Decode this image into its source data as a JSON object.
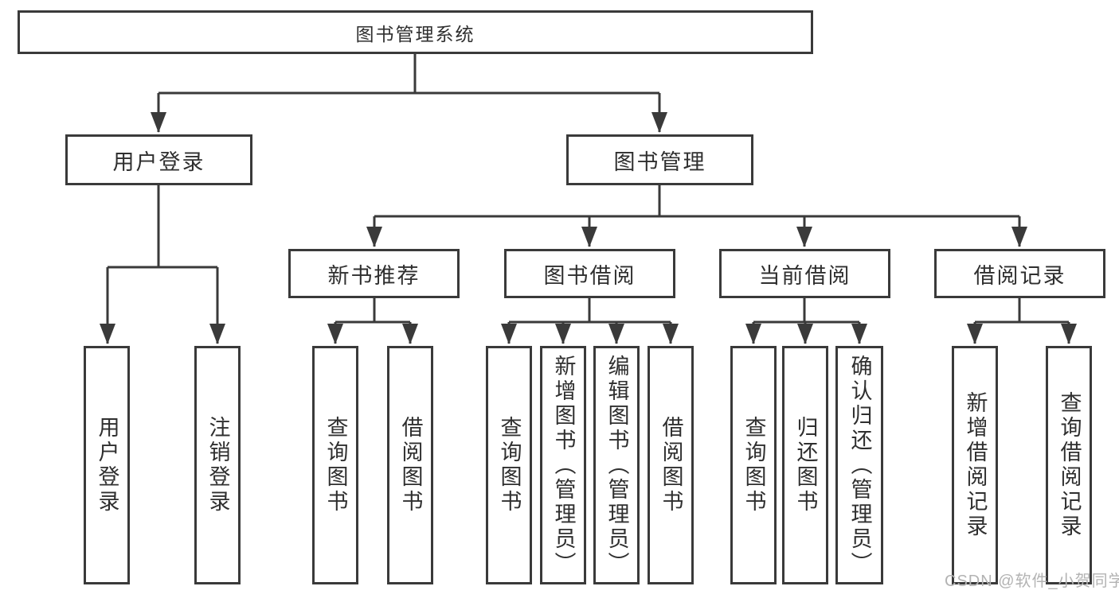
{
  "tree": {
    "root": {
      "label": "图书管理系统"
    },
    "children": [
      {
        "label": "用户登录",
        "children": [
          {
            "label": "用户登录"
          },
          {
            "label": "注销登录"
          }
        ]
      },
      {
        "label": "图书管理",
        "children": [
          {
            "label": "新书推荐",
            "children": [
              {
                "label": "查询图书"
              },
              {
                "label": "借阅图书"
              }
            ]
          },
          {
            "label": "图书借阅",
            "children": [
              {
                "label": "查询图书"
              },
              {
                "label": "新增图书（管理员）"
              },
              {
                "label": "编辑图书（管理员）"
              },
              {
                "label": "借阅图书"
              }
            ]
          },
          {
            "label": "当前借阅",
            "children": [
              {
                "label": "查询图书"
              },
              {
                "label": "归还图书"
              },
              {
                "label": "确认归还（管理员）"
              }
            ]
          },
          {
            "label": "借阅记录",
            "children": [
              {
                "label": "新增借阅记录"
              },
              {
                "label": "查询借阅记录"
              }
            ]
          }
        ]
      }
    ]
  },
  "watermark": {
    "text": "CSDN @软件_小贺同学"
  },
  "colors": {
    "line": "#3a3a3a",
    "box_border": "#3a3a3a",
    "text": "#2f2f2f",
    "watermark": "#b3b3b3",
    "background": "#ffffff"
  }
}
